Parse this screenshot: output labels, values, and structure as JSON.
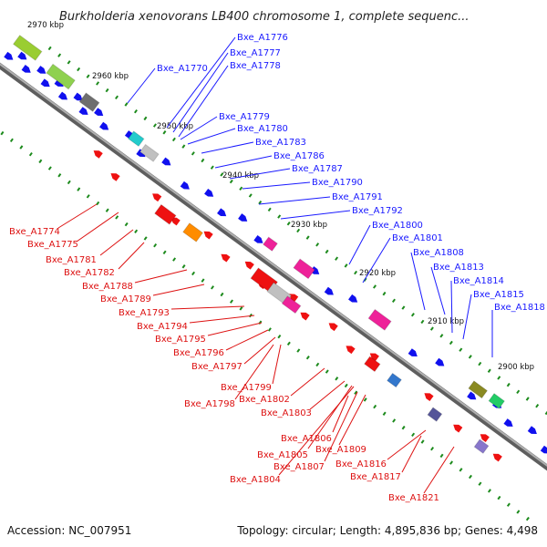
{
  "header": {
    "title": "Burkholderia xenovorans LB400 chromosome 1, complete sequenc..."
  },
  "footer": {
    "accession": "Accession: NC_007951",
    "summary": "Topology: circular; Length: 4,895,836 bp; Genes: 4,498"
  },
  "map": {
    "tick_labels": [
      "2970 kbp",
      "2960 kbp",
      "2950 kbp",
      "2940 kbp",
      "2930 kbp",
      "2920 kbp",
      "2910 kbp",
      "2900 kbp"
    ],
    "forward_genes": [
      "Bxe_A1770",
      "Bxe_A1776",
      "Bxe_A1777",
      "Bxe_A1778",
      "Bxe_A1779",
      "Bxe_A1780",
      "Bxe_A1783",
      "Bxe_A1786",
      "Bxe_A1787",
      "Bxe_A1790",
      "Bxe_A1791",
      "Bxe_A1792",
      "Bxe_A1800",
      "Bxe_A1801",
      "Bxe_A1808",
      "Bxe_A1813",
      "Bxe_A1814",
      "Bxe_A1815",
      "Bxe_A1818"
    ],
    "reverse_genes": [
      "Bxe_A1774",
      "Bxe_A1775",
      "Bxe_A1781",
      "Bxe_A1782",
      "Bxe_A1788",
      "Bxe_A1789",
      "Bxe_A1793",
      "Bxe_A1794",
      "Bxe_A1795",
      "Bxe_A1796",
      "Bxe_A1797",
      "Bxe_A1799",
      "Bxe_A1798",
      "Bxe_A1802",
      "Bxe_A1803",
      "Bxe_A1806",
      "Bxe_A1805",
      "Bxe_A1809",
      "Bxe_A1807",
      "Bxe_A1816",
      "Bxe_A1804",
      "Bxe_A1817",
      "Bxe_A1821"
    ]
  },
  "colors": {
    "forward_label": "#1a1aff",
    "reverse_label": "#dd1111",
    "cds_forward": "#1010ee",
    "cds_reverse": "#ee1111",
    "gc_dots": "#1c8a1c",
    "backbone": "#8a8a8a"
  }
}
